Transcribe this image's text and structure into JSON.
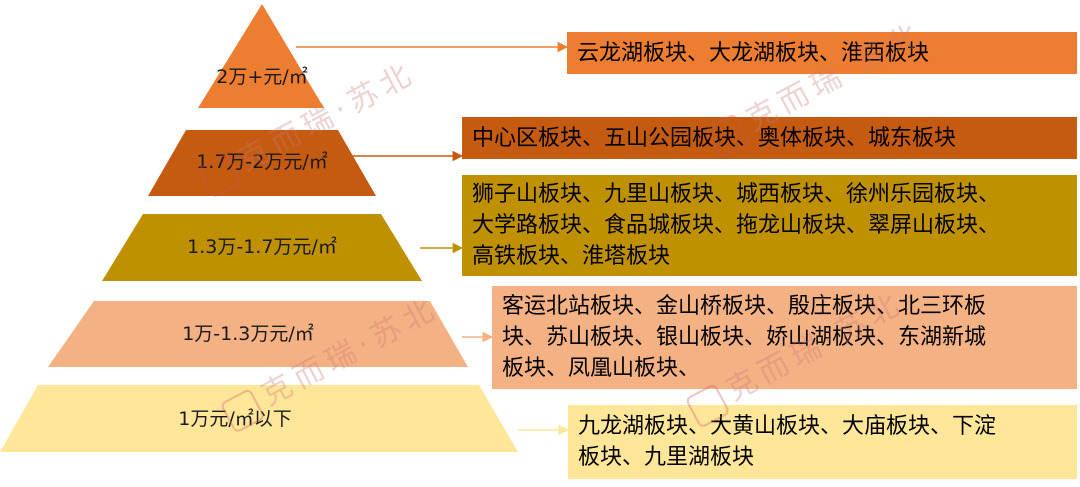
{
  "tiers": [
    {
      "label": "2万+元/㎡",
      "color": "#ED7D31",
      "box_color": "#ED7D31",
      "districts_lines": [
        "云龙湖板块、大龙湖板块、淮西板块"
      ]
    },
    {
      "label": "1.7万-2万元/㎡",
      "color": "#C55A11",
      "box_color": "#C55A11",
      "districts_lines": [
        "中心区板块、五山公园板块、奥体板块、城东板块"
      ]
    },
    {
      "label": "1.3万-1.7万元/㎡",
      "color": "#BF9000",
      "box_color": "#BF9000",
      "districts_lines": [
        "狮子山板块、九里山板块、城西板块、徐州乐园板块、",
        "大学路板块、食品城板块、拖龙山板块、翠屏山板块、",
        "高铁板块、淮塔板块"
      ]
    },
    {
      "label": "1万-1.3万元/㎡",
      "color": "#F4B183",
      "box_color": "#F4B183",
      "districts_lines": [
        "客运北站板块、金山桥板块、殷庄板块、北三环板",
        "块、苏山板块、银山板块、娇山湖板块、东湖新城",
        "板块、凤凰山板块、"
      ]
    },
    {
      "label": "1万元/㎡以下",
      "color": "#FFE699",
      "box_color": "#FFE699",
      "districts_lines": [
        "九龙湖板块、大黄山板块、大庙板块、下淀",
        "板块、九里湖板块"
      ]
    }
  ],
  "watermark": {
    "text": "克而瑞·苏北",
    "color": "#C87878"
  }
}
